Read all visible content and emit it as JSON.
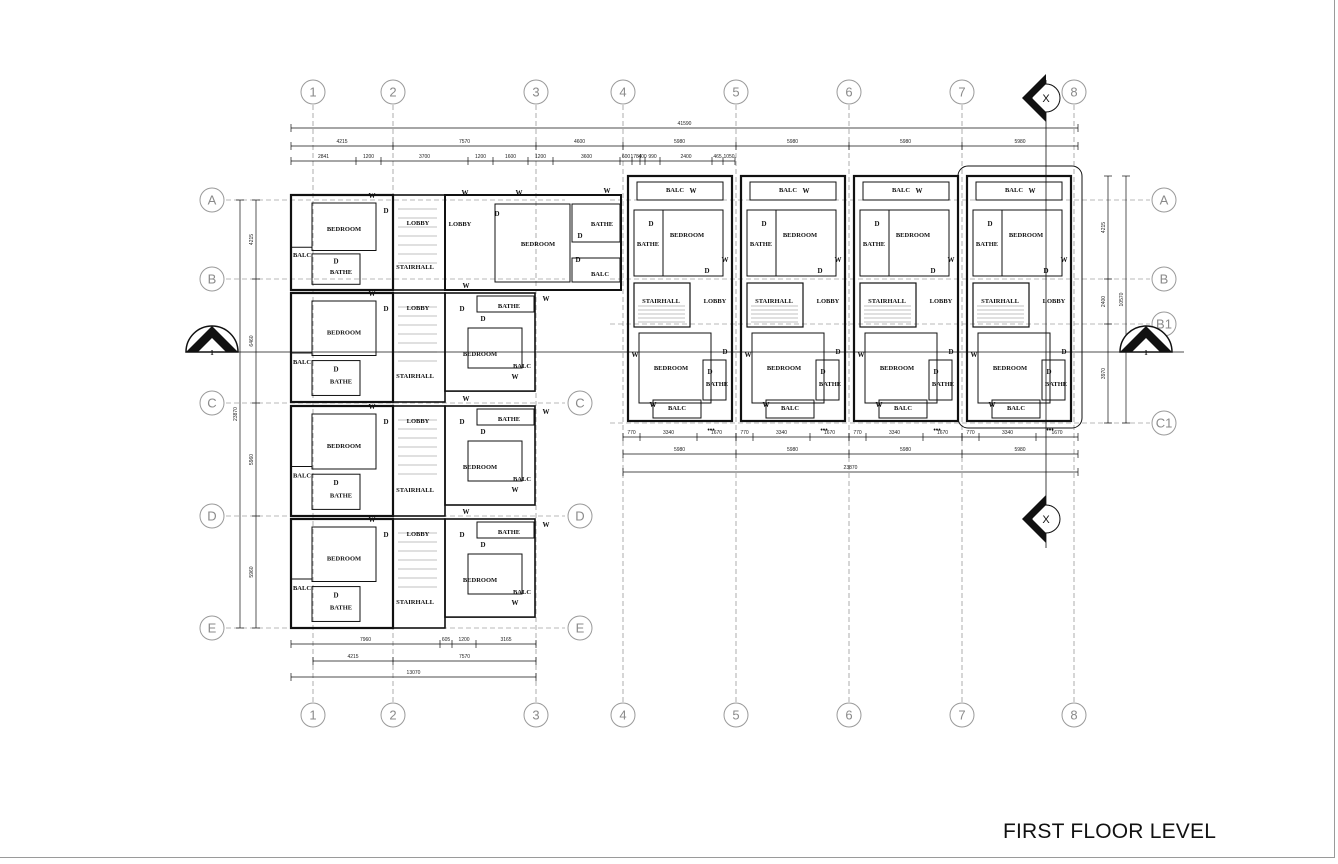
{
  "drawing": {
    "title": "FIRST FLOOR LEVEL",
    "grid_columns": [
      "1",
      "2",
      "3",
      "4",
      "5",
      "6",
      "7",
      "8"
    ],
    "grid_rows_left": [
      "A",
      "B",
      "C",
      "D",
      "E"
    ],
    "grid_rows_right": [
      "A",
      "B",
      "B1",
      "C1"
    ],
    "section_marks": {
      "vertical": "1",
      "horizontal": "X"
    },
    "dimensions": {
      "overall_width": "41590",
      "top_segments": [
        "4215",
        "7570",
        "4600",
        "5980",
        "5980",
        "5980",
        "5980"
      ],
      "top_sub_segments": [
        "2841",
        "1200",
        "3700",
        "1200",
        "1600",
        "1200",
        "3600",
        "600",
        "1784",
        "400",
        "990",
        "2400",
        "465",
        "1050"
      ],
      "right_block_total": "23870",
      "right_block_bays": [
        "5980",
        "5980",
        "5980",
        "5980"
      ],
      "right_block_bay_parts": [
        "770",
        "3340",
        "1670"
      ],
      "bottom_left_segments": [
        "7960",
        "605",
        "1200",
        "3165"
      ],
      "bottom_left_grid": [
        "4215",
        "7570"
      ],
      "bottom_left_total": "13070",
      "left_total": "23870",
      "left_segments": [
        "4215",
        "6460",
        "5960",
        "5960"
      ],
      "right_total": "10570",
      "right_segments": [
        "4215",
        "2400",
        "3970"
      ]
    },
    "labels": {
      "bedroom": "BEDROOM",
      "bathe": "BATHE",
      "balc": "BALC",
      "lobby": "LOBBY",
      "stairhall": "STAIRHALL",
      "door": "D",
      "window": "W",
      "dots": "•••"
    }
  }
}
